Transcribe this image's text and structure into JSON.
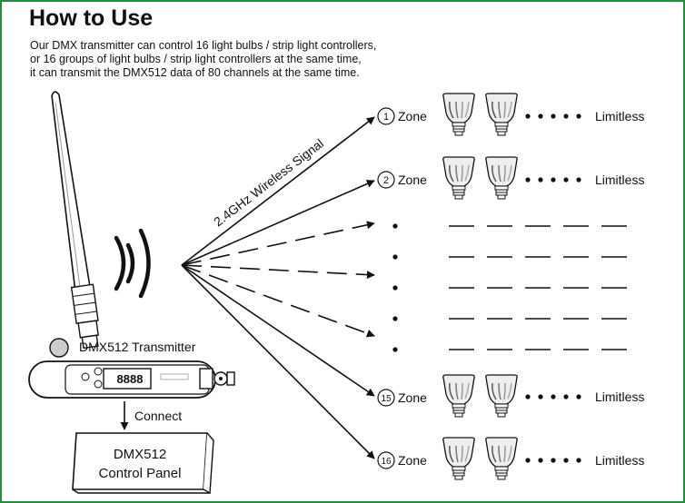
{
  "header": {
    "title": "How to Use",
    "desc_lines": [
      "Our DMX transmitter can control 16 light bulbs / strip light controllers,",
      "or 16 groups of light bulbs / strip light controllers at the same time,",
      "it can transmit the DMX512 data of 80 channels at the same time."
    ]
  },
  "transmitter": {
    "label": "DMX512 Transmitter",
    "display": "8888",
    "signal_label": "2.4GHz Wireless Signal"
  },
  "connect_label": "Connect",
  "panel": {
    "line1": "DMX512",
    "line2": "Control Panel"
  },
  "zones": [
    {
      "number": "1",
      "label": "Zone",
      "trail": "Limitless"
    },
    {
      "number": "2",
      "label": "Zone",
      "trail": "Limitless"
    },
    {
      "number": "15",
      "label": "Zone",
      "trail": "Limitless"
    },
    {
      "number": "16",
      "label": "Zone",
      "trail": "Limitless"
    }
  ],
  "icons": [
    "antenna-icon",
    "signal-waves-icon",
    "light-bulb-icon",
    "dmx-plug-icon"
  ],
  "colors": {
    "border": "#1f8f3a",
    "line": "#111111"
  }
}
